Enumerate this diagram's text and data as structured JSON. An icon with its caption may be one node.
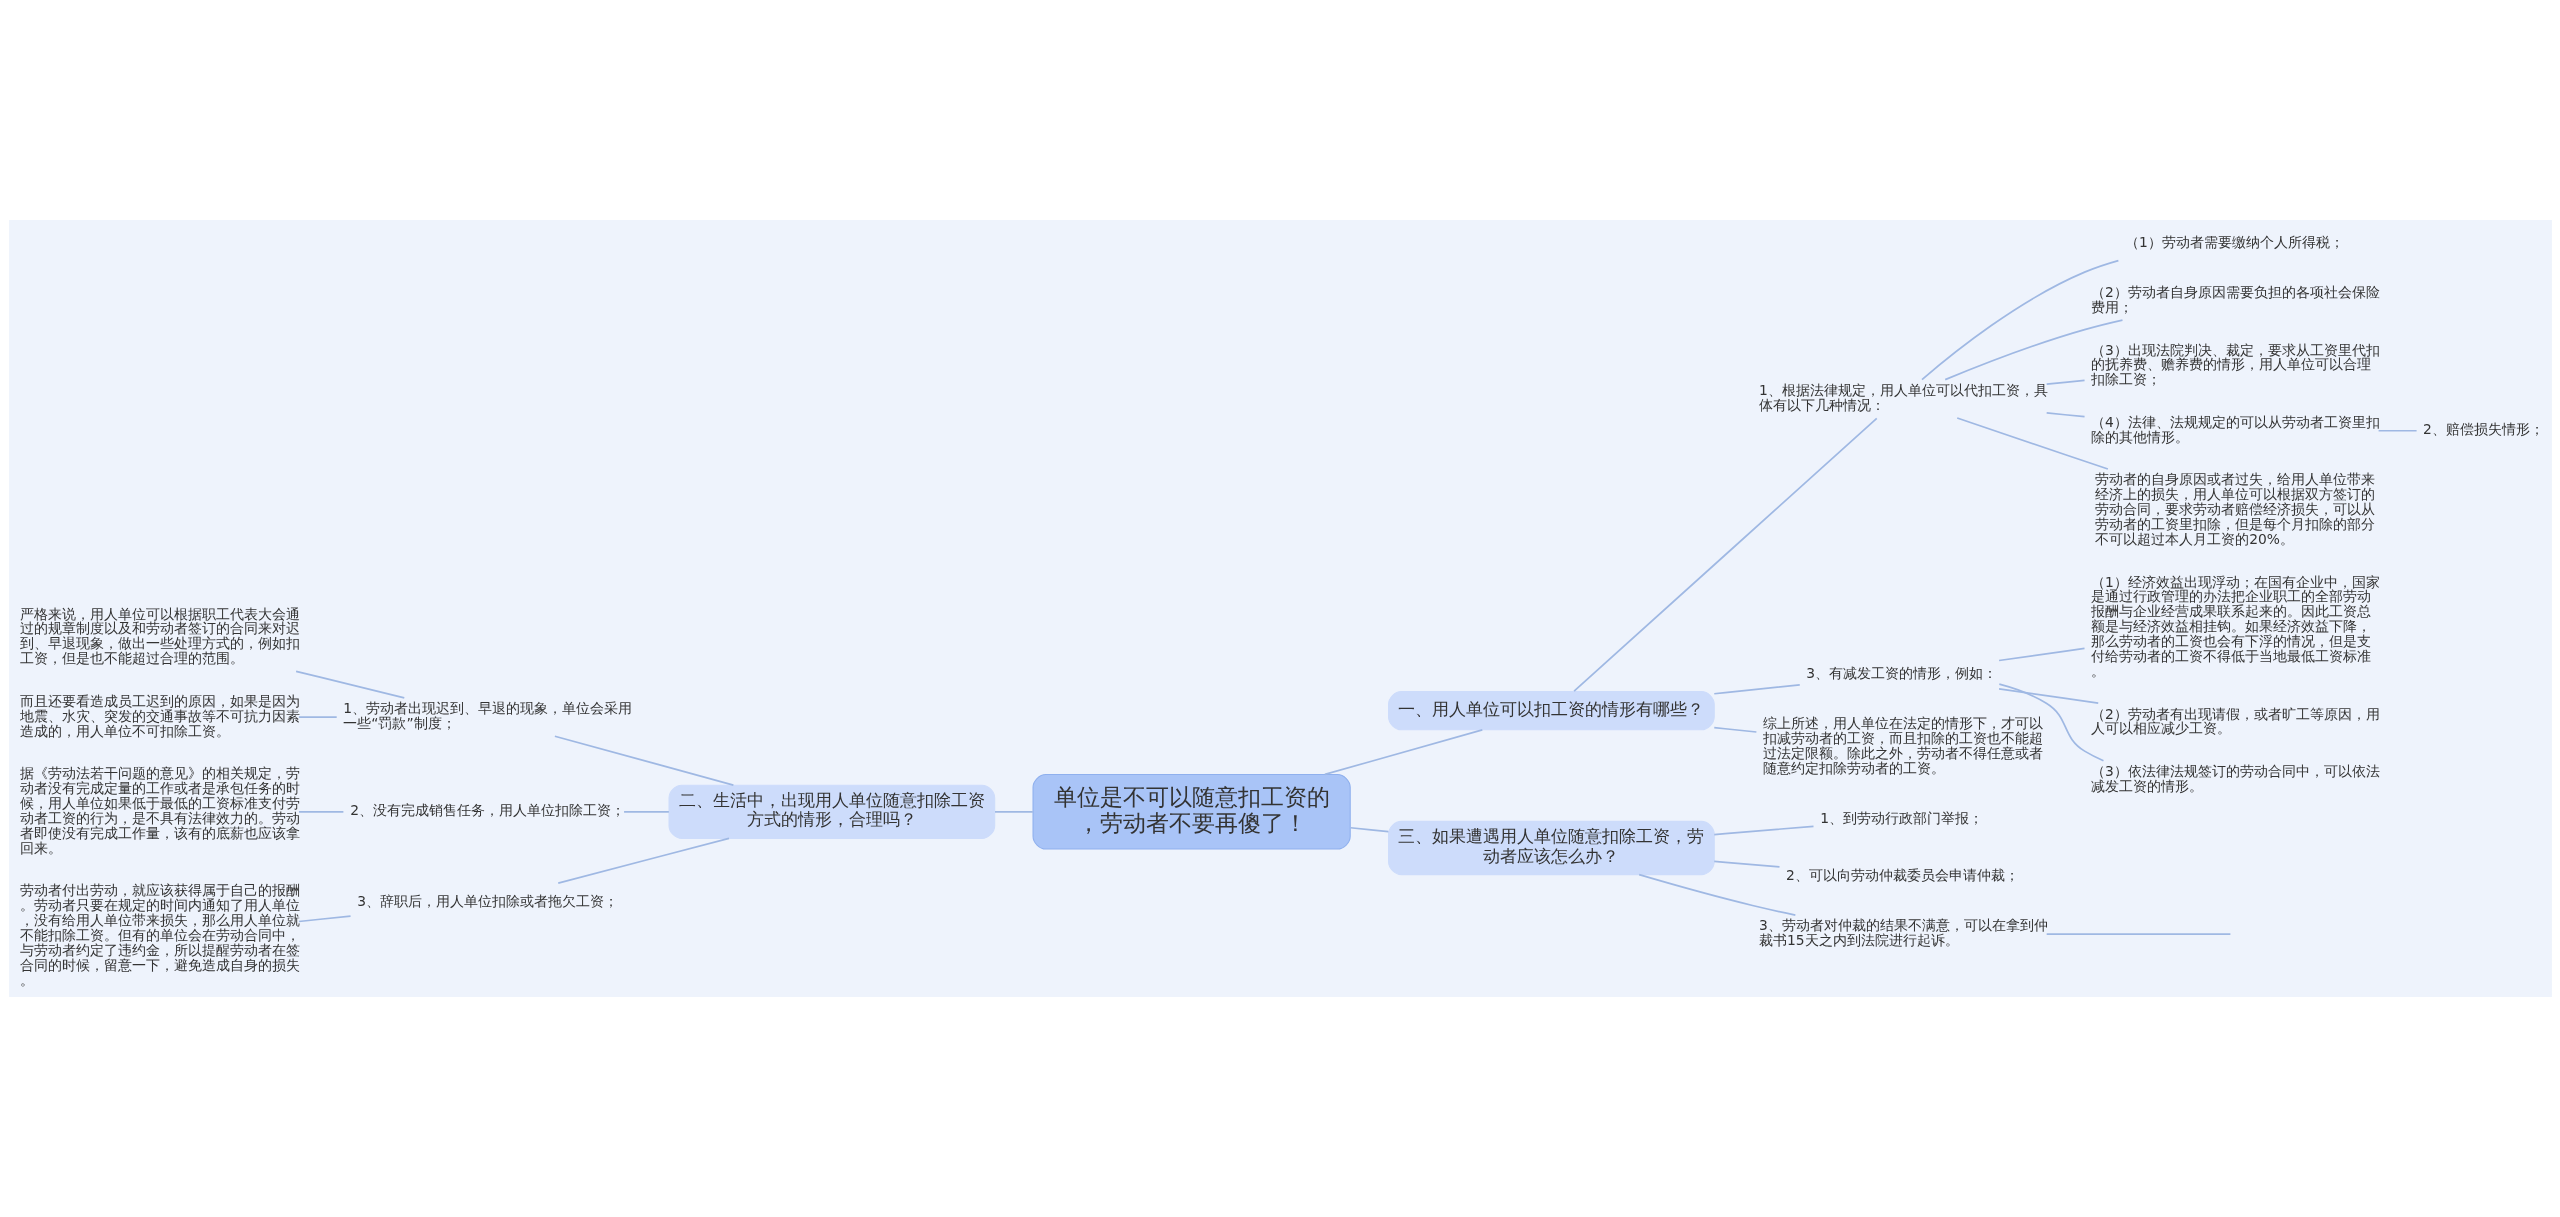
{
  "diagram": {
    "nodes": [
      {
        "text": [
          "单位是不可以随意扣工资的，劳动者不要再傻了！"
        ]
      },
      {
        "text": [
          "一、用人单位可以扣工资的情形有哪些？"
        ]
      },
      {
        "text": [
          "1、根据法律规定，用人单位可以代扣工资，具体有以下几种情况："
        ]
      },
      {
        "text": [
          "（1）劳动者需要缴纳个人所得税；"
        ]
      },
      {
        "text": [
          "（2）劳动者自身原因需要负担的各项社会保险费用；"
        ]
      },
      {
        "text": [
          "（3）出现法院判决、裁定，要求从工资里代扣的抚养费、赡养费的情形，用人单位可以合理扣除工资；"
        ]
      },
      {
        "text": [
          "（4）法律、法规规定的可以从劳动者工资里扣除的其他情形。"
        ]
      },
      {
        "text": [
          "2、赔偿损失情形；"
        ]
      },
      {
        "text": [
          "劳动者的自身原因或者过失，给用人单位带来经济上的损失，用人单位可以根据双方签订的劳动合同，要求劳动者赔偿经济损失，可以从劳动者的工资里扣除，但是每个月扣除的部分不可以超过本人月工资的20%。"
        ]
      },
      {
        "text": [
          "3、有减发工资的情形，例如："
        ]
      },
      {
        "text": [
          "（1）经济效益出现浮动；在国有企业中，国家是通过行政管理的办法把企业职工的全部劳动报酬与企业经营成果联系起来的。因此工资总额是与经济效益相挂钩。如果经济效益下降，那么劳动者的工资也会有下浮的情况，但是支付给劳动者的工资不得低于当地最低工资标准。"
        ]
      },
      {
        "text": [
          "（2）劳动者有出现请假，或者旷工等原因，用人可以相应减少工资。"
        ]
      },
      {
        "text": [
          "（3）依法律法规签订的劳动合同中，可以依法减发工资的情形。"
        ]
      },
      {
        "text": [
          "综上所述，用人单位在法定的情形下，才可以扣减劳动者的工资，而且扣除的工资也不能超过法定限额。除此之外，劳动者不得任意或者随意约定扣除劳动者的工资。"
        ]
      },
      {
        "text": [
          "三、如果遭遇用人单位随意扣除工资，劳动者应该怎么办？"
        ]
      },
      {
        "text": [
          "1、到劳动行政部门举报；"
        ]
      },
      {
        "text": [
          "2、可以向劳动仲裁委员会申请仲裁；"
        ]
      },
      {
        "text": [
          "3、劳动者对仲裁的结果不满意，可以在拿到仲裁书15天之内到法院进行起诉。"
        ]
      },
      {
        "text": [
          "二、生活中，出现用人单位随意扣除工资方式的情形，合理吗？"
        ]
      },
      {
        "text": [
          "1、劳动者出现迟到、早退的现象，单位会采用一些“罚款”制度；"
        ]
      },
      {
        "text": [
          "2、没有完成销售任务，用人单位扣除工资；"
        ]
      },
      {
        "text": [
          "3、辞职后，用人单位扣除或者拖欠工资；"
        ]
      },
      {
        "text": [
          "严格来说，用人单位可以根据职工代表大会通过的规章制度以及和劳动者签订的合同来对迟到、早退现象，做出一些处理方式的，例如扣工资，但是也不能超过合理的范围。"
        ]
      },
      {
        "text": [
          "而且还要看造成员工迟到的原因，如果是因为地震、水灾、突发的交通事故等不可抗力因素造成的，用人单位不可扣除工资。"
        ]
      },
      {
        "text": [
          "据《劳动法若干问题的意见》的相关规定，劳动者没有完成定量的工作或者是承包任务的时候，用人单位如果低于最低的工资标准支付劳动者工资的行为，是不具有法律效力的。劳动者即使没有完成工作量，该有的底薪也应该拿回来。"
        ]
      },
      {
        "text": [
          "劳动者付出劳动，就应该获得属于自己的报酬。劳动者只要在规定的时间内通知了用人单位，没有给用人单位带来损失，那么用人单位就不能扣除工资。但有的单位会在劳动合同中，与劳动者约定了违约金，所以提醒劳动者在签合同的时候，留意一下，避免造成自身的损失。"
        ]
      }
    ],
    "edges": [
      {
        "from": 0,
        "to": 1,
        "arrow": "none"
      },
      {
        "from": 1,
        "to": 2,
        "arrow": "none"
      },
      {
        "from": 2,
        "to": 3,
        "arrow": "none"
      },
      {
        "from": 2,
        "to": 4,
        "arrow": "none"
      },
      {
        "from": 2,
        "to": 5,
        "arrow": "none"
      },
      {
        "from": 2,
        "to": 6,
        "arrow": "none"
      },
      {
        "from": 6,
        "to": 7,
        "arrow": "none"
      },
      {
        "from": 2,
        "to": 8,
        "arrow": "none"
      },
      {
        "from": 1,
        "to": 9,
        "arrow": "none"
      },
      {
        "from": 9,
        "to": 10,
        "arrow": "none"
      },
      {
        "from": 9,
        "to": 11,
        "arrow": "none"
      },
      {
        "from": 9,
        "to": 12,
        "arrow": "none"
      },
      {
        "from": 1,
        "to": 13,
        "arrow": "none"
      },
      {
        "from": 0,
        "to": 14,
        "arrow": "none"
      },
      {
        "from": 14,
        "to": 15,
        "arrow": "none"
      },
      {
        "from": 14,
        "to": 16,
        "arrow": "none"
      },
      {
        "from": 14,
        "to": 17,
        "arrow": "none"
      },
      {
        "from": 17,
        "to": null,
        "arrow": "none"
      },
      {
        "from": 0,
        "to": 18,
        "arrow": "none"
      },
      {
        "from": 18,
        "to": 19,
        "arrow": "none"
      },
      {
        "from": 18,
        "to": 20,
        "arrow": "none"
      },
      {
        "from": 18,
        "to": 21,
        "arrow": "none"
      },
      {
        "from": 19,
        "to": 22,
        "arrow": "none"
      },
      {
        "from": 19,
        "to": 23,
        "arrow": "none"
      },
      {
        "from": 20,
        "to": 24,
        "arrow": "none"
      },
      {
        "from": 21,
        "to": 25,
        "arrow": "none"
      }
    ]
  }
}
